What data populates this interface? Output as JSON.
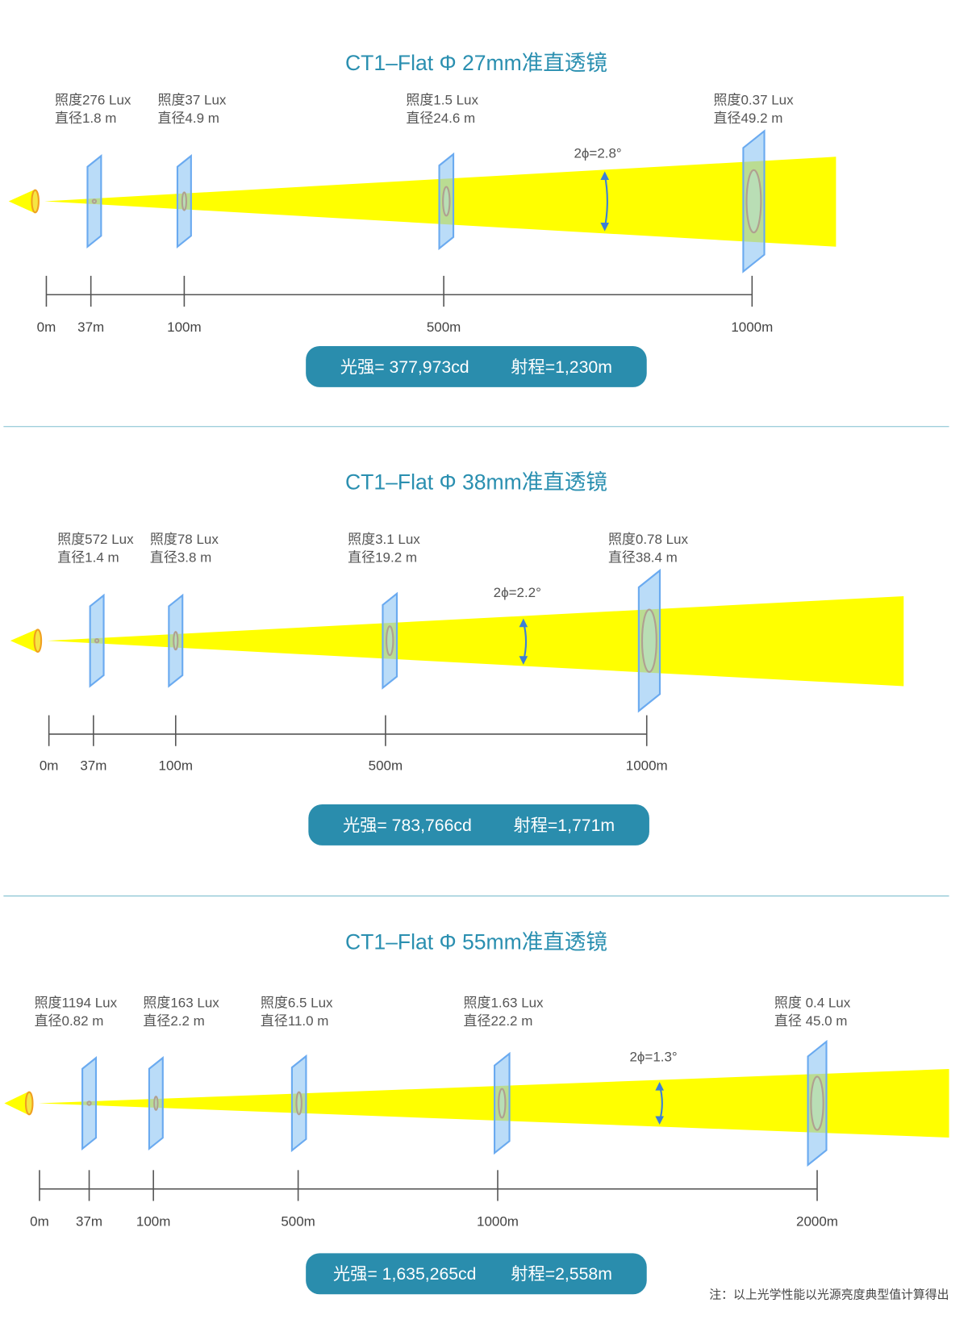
{
  "colors": {
    "title": "#2a8fb0",
    "button": "#2a8dad",
    "beam": "#ffff00",
    "panel": "#8cc4f4",
    "arrow": "#3b7fd8"
  },
  "sections": [
    {
      "title": "CT1–Flat Φ 27mm准直透镜",
      "targets": [
        {
          "lux": "照度276 Lux",
          "diameter": "直径1.8 m"
        },
        {
          "lux": "照度37 Lux",
          "diameter": "直径4.9 m"
        },
        {
          "lux": "照度1.5 Lux",
          "diameter": "直径24.6 m"
        },
        {
          "lux": "照度0.37 Lux",
          "diameter": "直径49.2 m"
        }
      ],
      "angle": "2ϕ=2.8°",
      "ticks": [
        "0m",
        "37m",
        "100m",
        "500m",
        "1000m"
      ],
      "intensity": "光强= 377,973cd",
      "range": "射程=1,230m"
    },
    {
      "title": "CT1–Flat Φ 38mm准直透镜",
      "targets": [
        {
          "lux": "照度572 Lux",
          "diameter": "直径1.4 m"
        },
        {
          "lux": "照度78 Lux",
          "diameter": "直径3.8 m"
        },
        {
          "lux": "照度3.1 Lux",
          "diameter": "直径19.2 m"
        },
        {
          "lux": "照度0.78 Lux",
          "diameter": "直径38.4 m"
        }
      ],
      "angle": "2ϕ=2.2°",
      "ticks": [
        "0m",
        "37m",
        "100m",
        "500m",
        "1000m"
      ],
      "intensity": "光强= 783,766cd",
      "range": "射程=1,771m"
    },
    {
      "title": "CT1–Flat Φ 55mm准直透镜",
      "targets": [
        {
          "lux": "照度1194 Lux",
          "diameter": "直径0.82 m"
        },
        {
          "lux": "照度163 Lux",
          "diameter": "直径2.2 m"
        },
        {
          "lux": "照度6.5 Lux",
          "diameter": "直径11.0 m"
        },
        {
          "lux": "照度1.63 Lux",
          "diameter": "直径22.2 m"
        },
        {
          "lux": "照度 0.4 Lux",
          "diameter": "直径 45.0 m"
        }
      ],
      "angle": "2ϕ=1.3°",
      "ticks": [
        "0m",
        "37m",
        "100m",
        "500m",
        "1000m",
        "2000m"
      ],
      "intensity": "光强= 1,635,265cd",
      "range": "射程=2,558m"
    }
  ],
  "note": "注：以上光学性能以光源亮度典型值计算得出"
}
